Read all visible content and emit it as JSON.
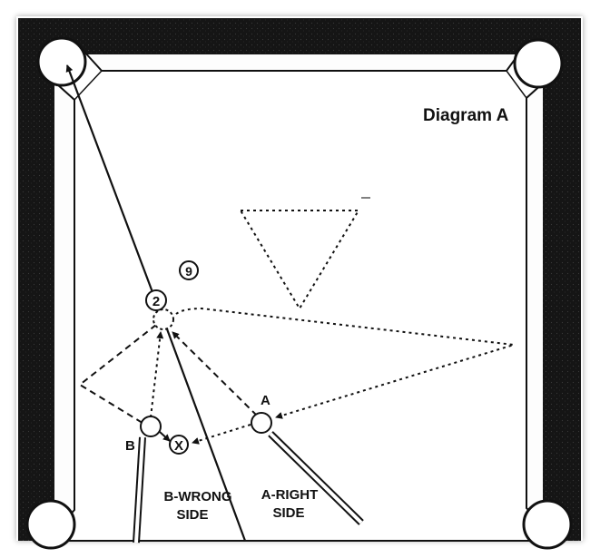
{
  "diagram": {
    "title": "Diagram A",
    "balls": {
      "ball_2": "2",
      "ball_9": "9",
      "ghost_x": "X"
    },
    "positions": {
      "a_label": "A",
      "b_label": "B"
    },
    "captions": {
      "wrong_side_line1": "B-WRONG",
      "wrong_side_line2": "SIDE",
      "right_side_line1": "A-RIGHT",
      "right_side_line2": "SIDE"
    },
    "colors": {
      "rail": "#1a1a1a",
      "felt": "#fbfbfb",
      "line": "#111111"
    }
  }
}
